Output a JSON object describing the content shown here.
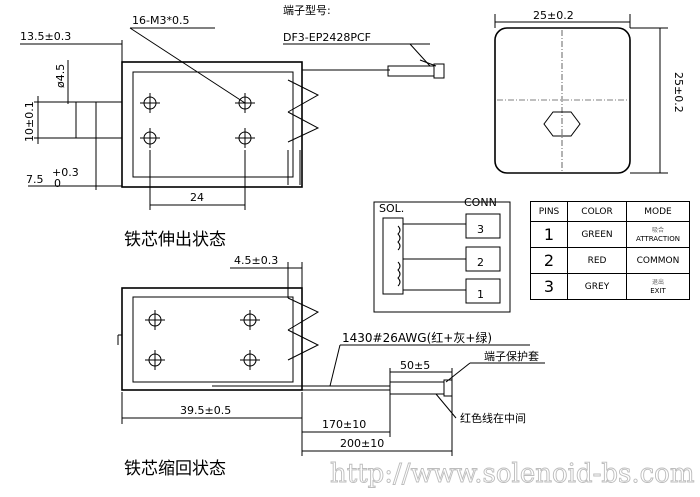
{
  "top_view": {
    "dims": {
      "d13_5": "13.5±0.3",
      "d16m3": "16-M3*0.5",
      "d4_5": "ø4.5",
      "d10": "10±0.1",
      "d7_5": "7.5",
      "d7_5_tol_up": "+0.3",
      "d7_5_tol_dn": "0",
      "d24": "24"
    },
    "terminal_label": "端子型号:",
    "terminal_model": "DF3-EP2428PCF",
    "state_label": "铁芯伸出状态"
  },
  "front_view": {
    "dims": {
      "d25_w": "25±0.2",
      "d25_h": "25±0.2"
    }
  },
  "bottom_view": {
    "dims": {
      "d4_5": "4.5±0.3",
      "wire": "1430#26AWG(红+灰+绿)",
      "d50": "50±5",
      "d39_5": "39.5±0.5",
      "d170": "170±10",
      "d200": "200±10"
    },
    "sleeve_label": "端子保护套",
    "red_wire_label": "红色线在中间",
    "state_label": "铁芯缩回状态"
  },
  "schematic": {
    "sol_label": "SOL.",
    "conn_label": "CONN",
    "pins": [
      "3",
      "2",
      "1"
    ]
  },
  "pin_table": {
    "headers": [
      "PINS",
      "COLOR",
      "MODE"
    ],
    "rows": [
      {
        "pin": "1",
        "color": "GREEN",
        "mode_cn": "吸合",
        "mode": "ATTRACTION"
      },
      {
        "pin": "2",
        "color": "RED",
        "mode_cn": "",
        "mode": "COMMON"
      },
      {
        "pin": "3",
        "color": "GREY",
        "mode_cn": "退出",
        "mode": "EXIT"
      }
    ]
  },
  "watermark": "http://www.solenoid-bs.com"
}
